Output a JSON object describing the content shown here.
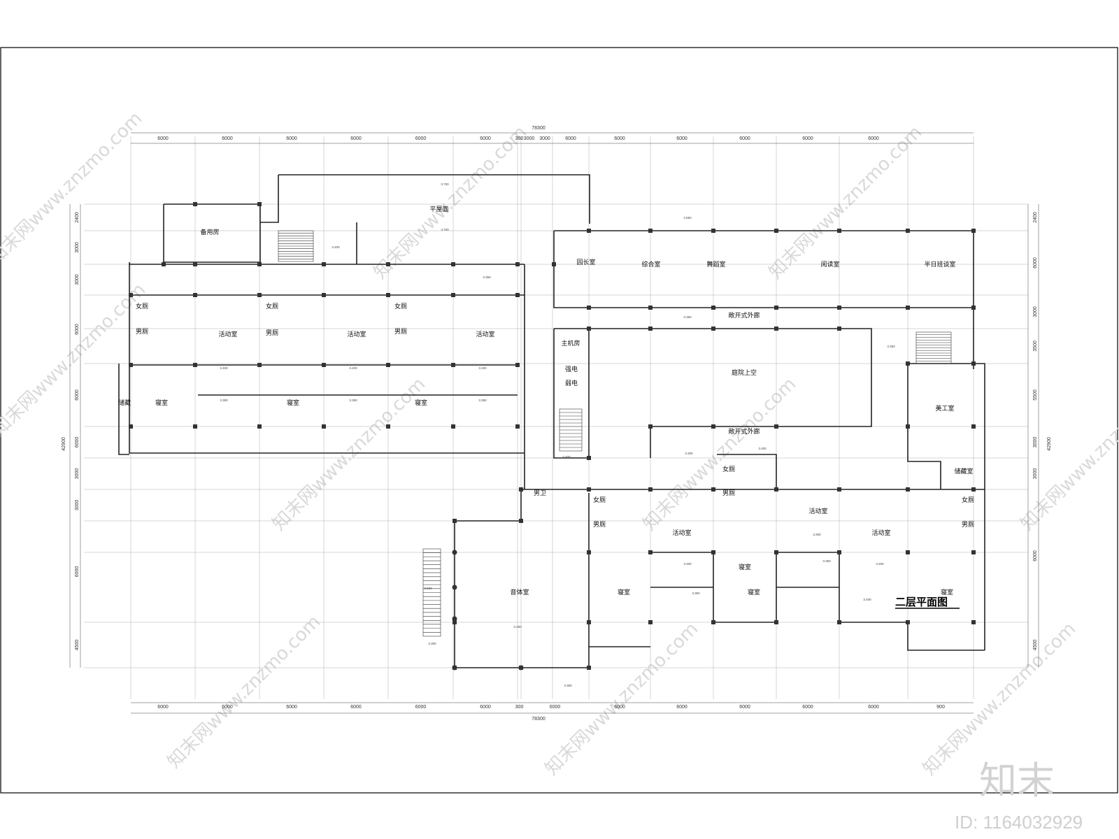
{
  "drawing": {
    "title": "二层平面图",
    "total_width_label": "78300",
    "total_depth_label": "42900",
    "top_dims": [
      "6000",
      "6000",
      "6000",
      "6000",
      "6000",
      "6000",
      "300",
      "3000",
      "3000",
      "6000",
      "6000",
      "6000",
      "6000",
      "6000",
      "6000"
    ],
    "bottom_dims": [
      "6000",
      "6000",
      "6000",
      "6000",
      "6000",
      "6000",
      "300",
      "6000",
      "6000",
      "6000",
      "6000",
      "6000",
      "6000",
      "900"
    ],
    "side_dims": [
      "2400",
      "3000",
      "3000",
      "6000",
      "6000",
      "6000",
      "3000",
      "3000",
      "6000",
      "4500"
    ],
    "right_dims": [
      "2400",
      "6000",
      "3000",
      "3500",
      "5500",
      "3000",
      "3000",
      "6000",
      "4500"
    ]
  },
  "rooms": [
    {
      "name": "备用房"
    },
    {
      "name": "平屋面"
    },
    {
      "name": "女厕"
    },
    {
      "name": "男厕"
    },
    {
      "name": "活动室"
    },
    {
      "name": "寝室"
    },
    {
      "name": "储藏"
    },
    {
      "name": "女厕"
    },
    {
      "name": "男厕"
    },
    {
      "name": "活动室"
    },
    {
      "name": "寝室"
    },
    {
      "name": "女厕"
    },
    {
      "name": "男厕"
    },
    {
      "name": "活动室"
    },
    {
      "name": "寝室"
    },
    {
      "name": "园长室"
    },
    {
      "name": "综合室"
    },
    {
      "name": "舞蹈室"
    },
    {
      "name": "阅读室"
    },
    {
      "name": "半日班谈室"
    },
    {
      "name": "敞开式外廊"
    },
    {
      "name": "主机房"
    },
    {
      "name": "强电"
    },
    {
      "name": "弱电"
    },
    {
      "name": "庭院上空"
    },
    {
      "name": "美工室"
    },
    {
      "name": "敞开式外廊"
    },
    {
      "name": "储藏室"
    },
    {
      "name": "男卫"
    },
    {
      "name": "女厕"
    },
    {
      "name": "男厕"
    },
    {
      "name": "活动室"
    },
    {
      "name": "寝室"
    },
    {
      "name": "女厕"
    },
    {
      "name": "男厕"
    },
    {
      "name": "寝室"
    },
    {
      "name": "活动室"
    },
    {
      "name": "活动室"
    },
    {
      "name": "女厕"
    },
    {
      "name": "男厕"
    },
    {
      "name": "寝室"
    },
    {
      "name": "音体室"
    },
    {
      "name": "寝室"
    }
  ],
  "levels": [
    "3.700",
    "3.700",
    "3.400",
    "3.350",
    "2.850",
    "3.350",
    "3.350",
    "3.400",
    "3.400",
    "3.400",
    "3.350",
    "3.350",
    "3.350",
    "3.400",
    "3.400",
    "3.400",
    "3.350",
    "3.400",
    "3.350",
    "3.620",
    "3.350",
    "3.450",
    "3.350",
    "3.400",
    "3.350",
    "3.400"
  ],
  "watermark": {
    "text": "知末网www.znzmo.com",
    "logo": "知末",
    "id_label": "ID: 1164032929"
  }
}
